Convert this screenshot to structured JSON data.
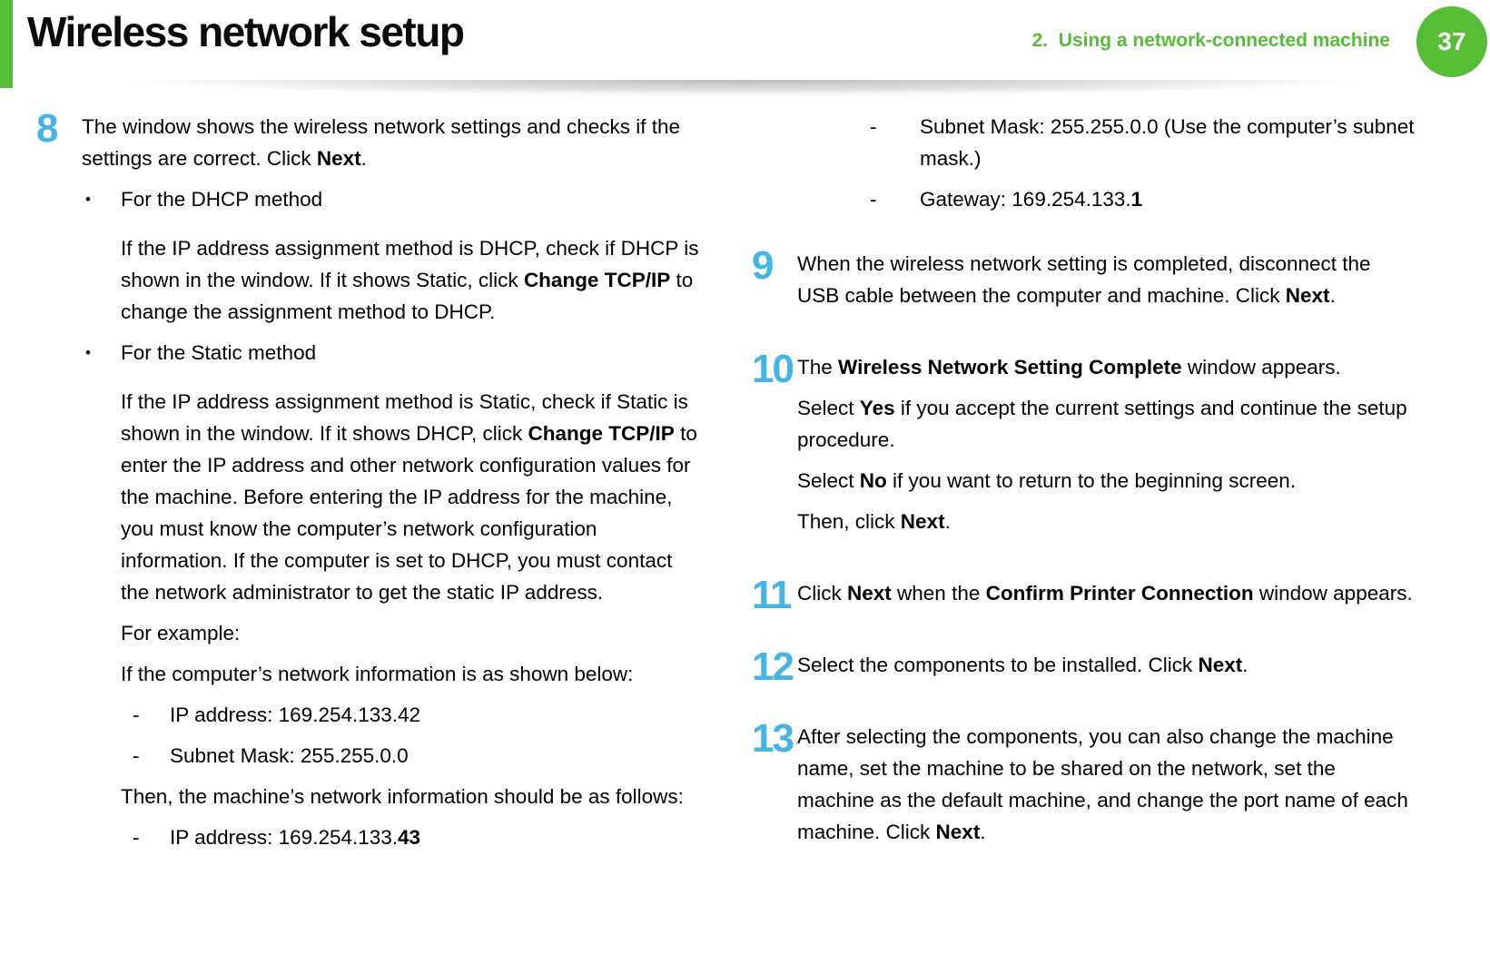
{
  "header": {
    "title": "Wireless network setup",
    "chapter": "2.  Using a network-connected machine",
    "page_number": "37"
  },
  "colors": {
    "green": "#56BD37",
    "blue": "#45B5E6"
  },
  "markers": {
    "bullet": "•",
    "dash": "-"
  },
  "left": {
    "step8": {
      "num": "8",
      "intro": [
        "The window shows the wireless network settings and checks if the settings are correct. Click ",
        "Next",
        "."
      ],
      "bullet_dhcp": "For the DHCP method",
      "p_dhcp": [
        "If the IP address assignment method is DHCP, check if DHCP is shown in the window. If it shows Static, click ",
        "Change TCP/IP",
        " to change the assignment method to DHCP."
      ],
      "bullet_static": "For the Static method",
      "p_static": [
        "If the IP address assignment method is Static, check if Static is shown in the window. If it shows DHCP, click ",
        "Change TCP/IP",
        " to enter the IP address and other network configuration values for the machine. Before entering the IP address for the machine, you must know the computer’s network configuration information. If the computer is set to DHCP, you must contact the network administrator to get the static IP address."
      ],
      "p_example": "For example:",
      "p_below": "If the computer’s network information is as shown below:",
      "dash_ip": "IP address: 169.254.133.42",
      "dash_subnet": "Subnet Mask: 255.255.0.0",
      "p_then": "Then, the machine’s network information should be as follows:",
      "dash_ip2": [
        "IP address: 169.254.133.",
        "43"
      ]
    }
  },
  "right": {
    "dash_subnet2": "Subnet Mask: 255.255.0.0 (Use the computer’s subnet mask.)",
    "dash_gateway": [
      "Gateway: 169.254.133.",
      "1"
    ],
    "step9": {
      "num": "9",
      "p": [
        "When the wireless network setting is completed, disconnect the USB cable between the computer and machine. Click ",
        "Next",
        "."
      ]
    },
    "step10": {
      "num": "10",
      "p1": [
        "The ",
        "Wireless Network Setting Complete",
        " window appears."
      ],
      "p2": [
        "Select ",
        "Yes",
        " if you accept the current settings and continue the setup procedure."
      ],
      "p3": [
        "Select ",
        "No",
        " if you want to return to the beginning screen."
      ],
      "p4": [
        "Then, click ",
        "Next",
        "."
      ]
    },
    "step11": {
      "num": "11",
      "p": [
        "Click ",
        "Next",
        " when the ",
        "Confirm Printer Connection",
        " window appears."
      ]
    },
    "step12": {
      "num": "12",
      "p": [
        "Select the components to be installed. Click ",
        "Next",
        "."
      ]
    },
    "step13": {
      "num": "13",
      "p": [
        "After selecting the components, you can also change the machine name, set the machine to be shared on the network, set the machine as the default machine, and change the port name of each machine. Click ",
        "Next",
        "."
      ]
    }
  }
}
